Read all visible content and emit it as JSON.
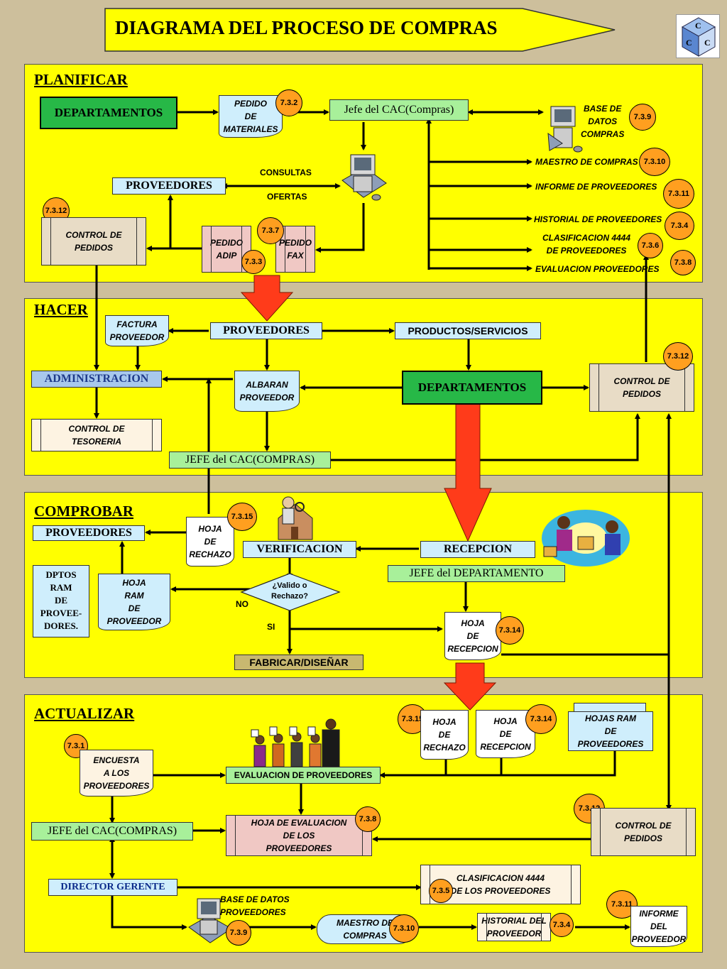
{
  "title": "DIAGRAMA DEL PROCESO DE COMPRAS",
  "logo_letters": [
    "C",
    "C",
    "C"
  ],
  "sections": {
    "planificar": "PLANIFICAR",
    "hacer": "HACER",
    "comprobar": "COMPROBAR",
    "actualizar": "ACTUALIZAR"
  },
  "planificar": {
    "departamentos": "DEPARTAMENTOS",
    "pedido_materiales": "PEDIDO\nDE\nMATERIALES",
    "jefe_cac": "Jefe del CAC(Compras)",
    "base_datos": "BASE DE\nDATOS\nCOMPRAS",
    "proveedores": "PROVEEDORES",
    "consultas": "CONSULTAS",
    "ofertas": "OFERTAS",
    "control_pedidos": "CONTROL DE\nPEDIDOS",
    "pedido_adip": "PEDIDO\nADIP",
    "pedido_fax": "PEDIDO\nFAX",
    "maestro_compras": "MAESTRO DE COMPRAS",
    "informe_proveedores": "INFORME DE PROVEEDORES",
    "historial_proveedores": "HISTORIAL DE PROVEEDORES",
    "clasificacion": "CLASIFICACION 4444\nDE PROVEEDORES",
    "evaluacion": "EVALUACION  PROVEEDORES",
    "badges": {
      "b732": "7.3.2",
      "b739": "7.3.9",
      "b7310": "7.3.10",
      "b7311": "7.3.11",
      "b734": "7.3.4",
      "b736": "7.3.6",
      "b738": "7.3.8",
      "b7312": "7.3.12",
      "b737": "7.3.7",
      "b733": "7.3.3"
    }
  },
  "hacer": {
    "factura": "FACTURA\nPROVEEDOR",
    "proveedores": "PROVEEDORES",
    "productos": "PRODUCTOS/SERVICIOS",
    "administracion": "ADMINISTRACION",
    "albaran": "ALBARAN\nPROVEEDOR",
    "departamentos": "DEPARTAMENTOS",
    "control_pedidos": "CONTROL DE\nPEDIDOS",
    "control_tesoreria": "CONTROL DE\nTESORERIA",
    "jefe_cac": "JEFE del CAC(COMPRAS)",
    "badge": "7.3.12"
  },
  "comprobar": {
    "proveedores": "PROVEEDORES",
    "hoja_rechazo": "HOJA\nDE\nRECHAZO",
    "verificacion": "VERIFICACION",
    "recepcion": "RECEPCION",
    "jefe_departamento": "JEFE del DEPARTAMENTO",
    "dptos_ram": "DPTOS\nRAM\nDE\nPROVEE-\nDORES.",
    "hoja_ram": "HOJA\nRAM\nDE\nPROVEEDOR",
    "decision": "¿Valido o\nRechazo?",
    "no": "NO",
    "si": "SI",
    "hoja_recepcion": "HOJA\nDE\nRECEPCION",
    "fabricar": "FABRICAR/DISEÑAR",
    "badge_rechazo": "7.3.15",
    "badge_recepcion": "7.3.14"
  },
  "actualizar": {
    "hoja_rechazo": "HOJA\nDE\nRECHAZO",
    "hoja_recepcion": "HOJA\nDE\nRECEPCION",
    "hojas_ram": "HOJAS  RAM\nDE\nPROVEEDORES",
    "encuesta": "ENCUESTA\nA  LOS\nPROVEEDORES",
    "evaluacion": "EVALUACION DE PROVEEDORES",
    "jefe_cac": "JEFE del CAC(COMPRAS)",
    "hoja_evaluacion": "HOJA DE EVALUACION\nDE LOS\nPROVEEDORES",
    "control_pedidos": "CONTROL DE\nPEDIDOS",
    "director": "DIRECTOR GERENTE",
    "clasificacion": "CLASIFICACION 4444\nDE LOS PROVEEDORES",
    "base_datos": "BASE DE DATOS\nPROVEEDORES",
    "maestro": "MAESTRO DE\nCOMPRAS",
    "historial": "HISTORIAL DEL\nPROVEEDOR",
    "informe": "INFORME\nDEL\nPROVEEDOR",
    "badges": {
      "b7315": "7.3.15",
      "b7314": "7.3.14",
      "b731": "7.3.1",
      "b738": "7.3.8",
      "b7312": "7.3.12",
      "b735": "7.3.5",
      "b7311": "7.3.11",
      "b739": "7.3.9",
      "b7310": "7.3.10",
      "b734": "7.3.4"
    }
  },
  "colors": {
    "panel": "#ffff00",
    "badge": "#ff9f1f",
    "arrow": "#ff3b1a",
    "green": "#27b847",
    "light_blue": "#cfeefc"
  }
}
